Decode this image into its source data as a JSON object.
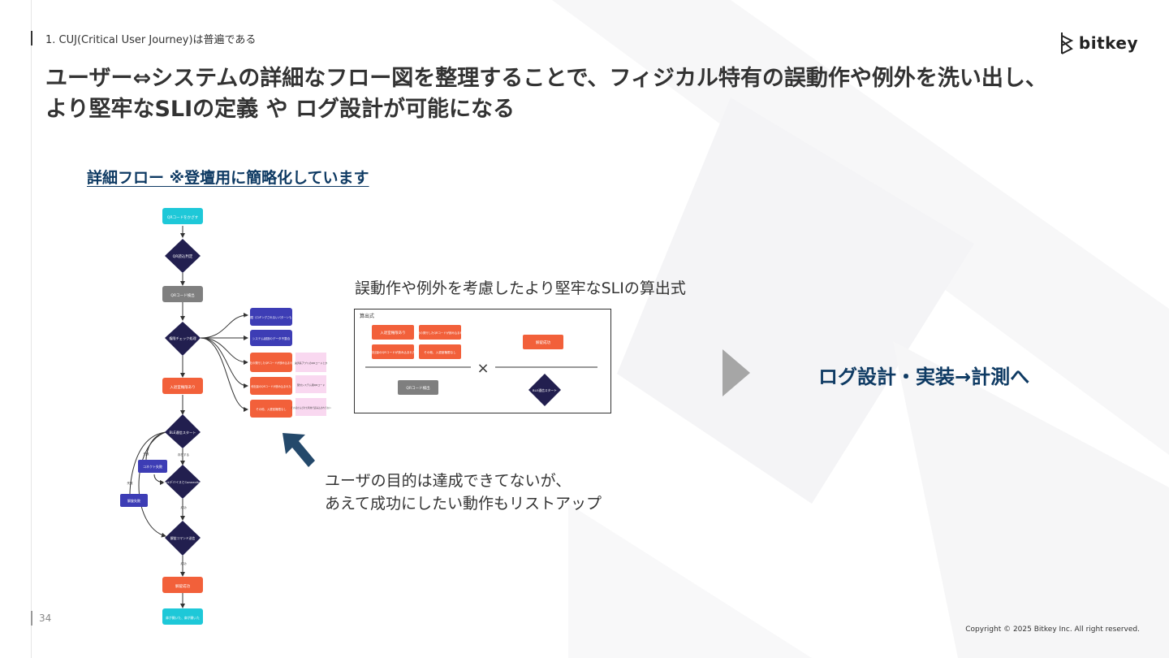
{
  "header": {
    "section_label": "1.  CUJ(Critical User Journey)は普遍である",
    "title_line1": "ユーザー⇔システムの詳細なフロー図を整理することで、フィジカル特有の誤動作や例外を洗い出し、",
    "title_line2": "より堅牢なSLIの定義 や ログ設計が可能になる",
    "logo_text": "bitkey"
  },
  "subtitle": "詳細フロー ※登壇用に簡略化しています",
  "flow": {
    "nodes": {
      "qr_scan": "QRコードをかざす",
      "qr_read": "QR読込判定",
      "qr_detect": "QRコード検出",
      "auth_check": "権限チェック処理",
      "entry_ok": "入退室権限あり",
      "ble_start": "BLE通信スタート",
      "connect_fail": "コネクト失敗",
      "unlock_fail": "解錠失敗",
      "lock_device": "lockデバイスとConnection",
      "unlock_cmd": "解錠コマンド送信",
      "unlock_ok": "解錠成功",
      "door_open": "扉が開いた、扉が開いた"
    },
    "branches": [
      "有効期限（ロギングされないパターンもここ）",
      "システム起因のデータ不整合",
      "当社の発行したQRコードが読み込まれた",
      "他社製のQRコードが読み込まれた",
      "その他、入退室権限なし"
    ],
    "notes": [
      "決済系アプリのQRコードとか",
      "受付システム用QRコード",
      "そのほかふざけた利用で読み込まれてない"
    ],
    "edge_labels": {
      "fail1": "失敗",
      "fail2": "失敗",
      "exist": "存在する",
      "success1": "成功",
      "success2": "成功"
    }
  },
  "formula": {
    "caption": "誤動作や例外を考慮したより堅牢なSLIの算出式",
    "box_label": "算出式",
    "numerator": [
      "入退室権限あり",
      "当社の発行したQRコードが読み込まれた",
      "他社製のQRコードが読み込まれた",
      "その他、入退室権限なし"
    ],
    "denominator": "QRコード検出",
    "times": "×",
    "right_numerator": "解錠成功",
    "right_denominator": "BLE通信スタート"
  },
  "note": {
    "line1": "ユーザの目的は達成できてないが、",
    "line2": "あえて成功にしたい動作もリストアップ"
  },
  "next_step": "ログ設計・実装→計測へ",
  "footer": {
    "page_number": "34",
    "copyright": "Copyright © 2025 Bitkey Inc. All right reserved."
  },
  "colors": {
    "teal": "#1ec8d8",
    "navy": "#221f4f",
    "gray": "#7f7f7f",
    "indigo": "#3d3db5",
    "orange": "#f2603a",
    "pink": "#f9d8f0",
    "title_blue": "#0e3a63"
  }
}
